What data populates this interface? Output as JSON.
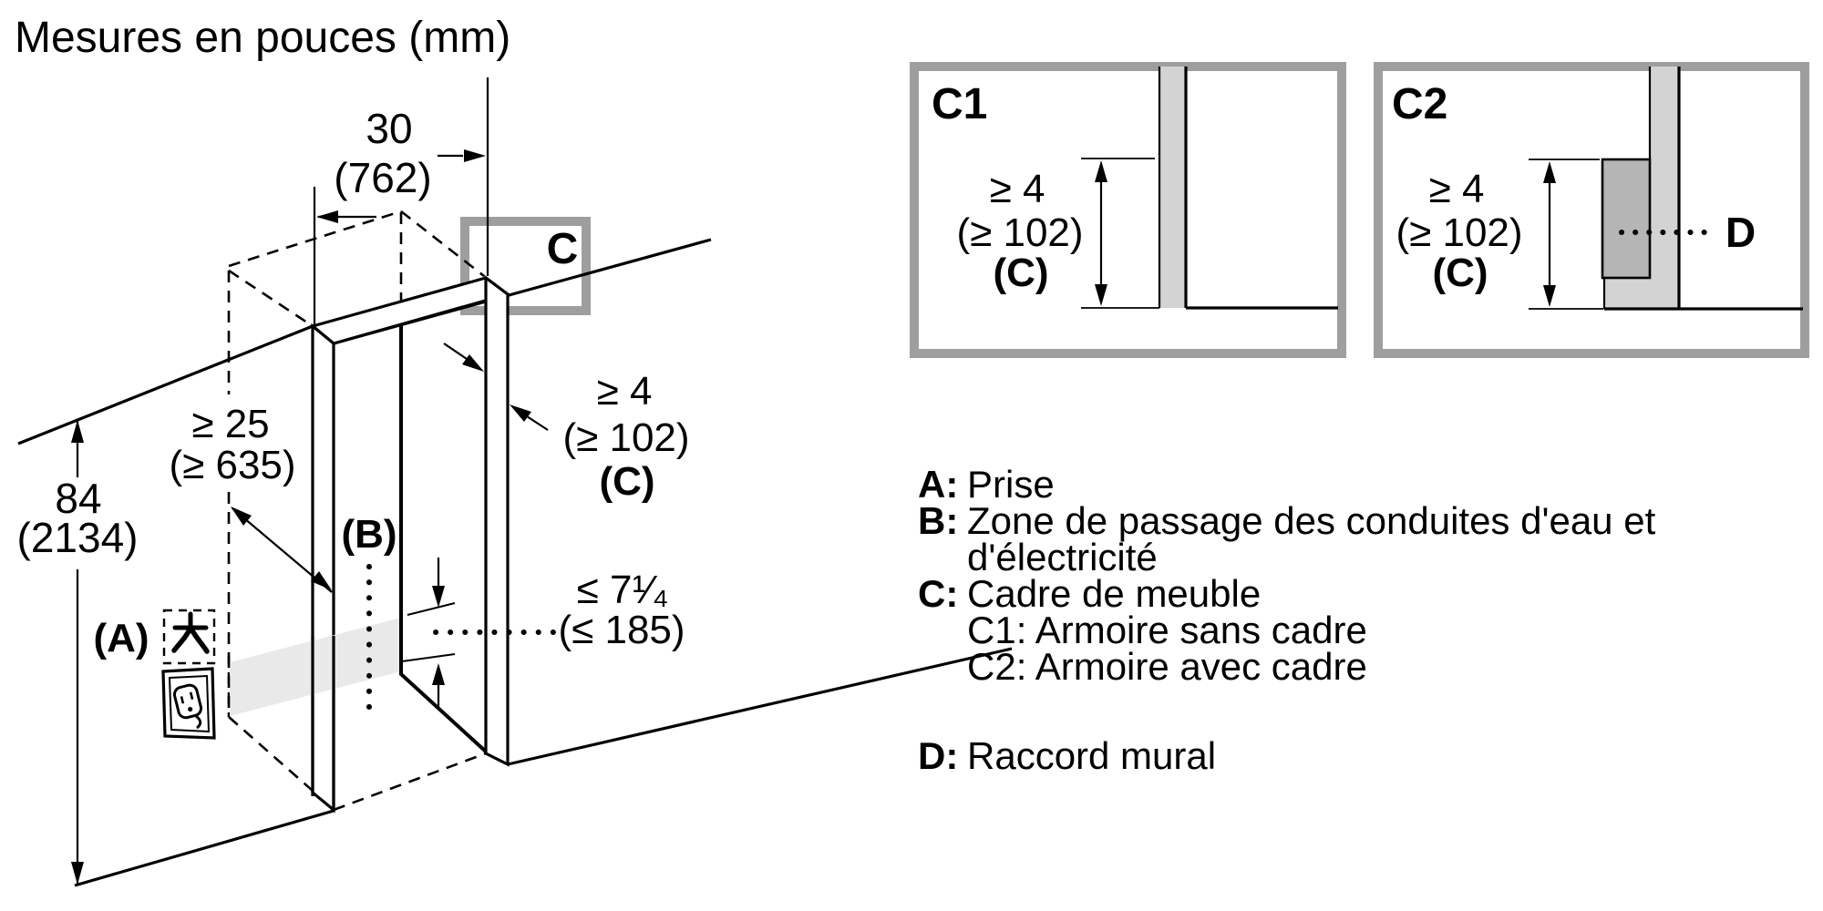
{
  "title": "Mesures en pouces (mm)",
  "diagram": {
    "dim_width": {
      "in": "30",
      "mm": "(762)"
    },
    "dim_height": {
      "in": "84",
      "mm": "(2134)"
    },
    "dim_depth": {
      "in": "≥ 25",
      "mm": "(≥ 635)"
    },
    "dim_frame": {
      "in": "≥ 4",
      "mm": "(≥ 102)",
      "ref": "(C)"
    },
    "dim_conduit": {
      "in": "≤ 7¹⁄₄",
      "mm": "(≤ 185)"
    },
    "label_a": "(A)",
    "label_b": "(B)",
    "label_c": "C"
  },
  "detail_c1": {
    "label": "C1",
    "dim": {
      "in": "≥ 4",
      "mm": "(≥ 102)",
      "ref": "(C)"
    }
  },
  "detail_c2": {
    "label": "C2",
    "dim": {
      "in": "≥ 4",
      "mm": "(≥ 102)",
      "ref": "(C)"
    },
    "label_d": "D"
  },
  "legend": {
    "a_key": "A:",
    "a_text": "Prise",
    "b_key": "B:",
    "b_text": "Zone de passage des conduites d'eau et d'électricité",
    "c_key": "C:",
    "c_text": "Cadre de meuble",
    "c1_text": "C1: Armoire sans cadre",
    "c2_text": "C2: Armoire avec cadre",
    "d_key": "D:",
    "d_text": "Raccord mural"
  },
  "colors": {
    "line": "#000000",
    "callout_border": "#9e9e9e",
    "zone_band": "#e9e9e9",
    "panel_section": "#d3d3d3",
    "frame_section": "#b5b5b5"
  }
}
